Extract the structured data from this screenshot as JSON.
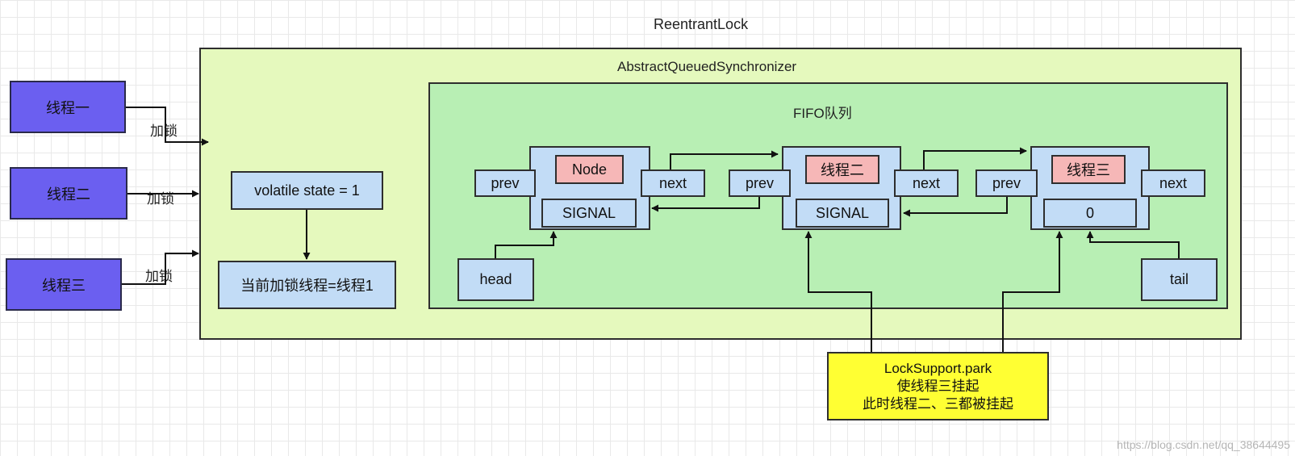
{
  "title": "ReentrantLock",
  "aqs": {
    "title": "AbstractQueuedSynchronizer"
  },
  "fifo": {
    "title": "FIFO队列"
  },
  "threads": [
    {
      "label": "线程一",
      "lock_label": "加锁"
    },
    {
      "label": "线程二",
      "lock_label": "加锁"
    },
    {
      "label": "线程三",
      "lock_label": "加锁"
    }
  ],
  "state": {
    "label": "volatile state = 1"
  },
  "owner": {
    "label": "当前加锁线程=线程1"
  },
  "nodes": [
    {
      "name": "Node",
      "status": "SIGNAL",
      "prev": "prev",
      "next": "next"
    },
    {
      "name": "线程二",
      "status": "SIGNAL",
      "prev": "prev",
      "next": "next"
    },
    {
      "name": "线程三",
      "status": "0",
      "prev": "prev",
      "next": "next"
    }
  ],
  "head": {
    "label": "head"
  },
  "tail": {
    "label": "tail"
  },
  "park": {
    "line1": "LockSupport.park",
    "line2": "使线程三挂起",
    "line3": "此时线程二、三都被挂起"
  },
  "watermark": "https://blog.csdn.net/qq_38644495",
  "colors": {
    "thread": "#6b5ff0",
    "aqs": "#e5f9bd",
    "fifo": "#b8efb4",
    "node": "#c2dcf6",
    "node_name": "#f6b7b7",
    "park": "#ffff33"
  }
}
